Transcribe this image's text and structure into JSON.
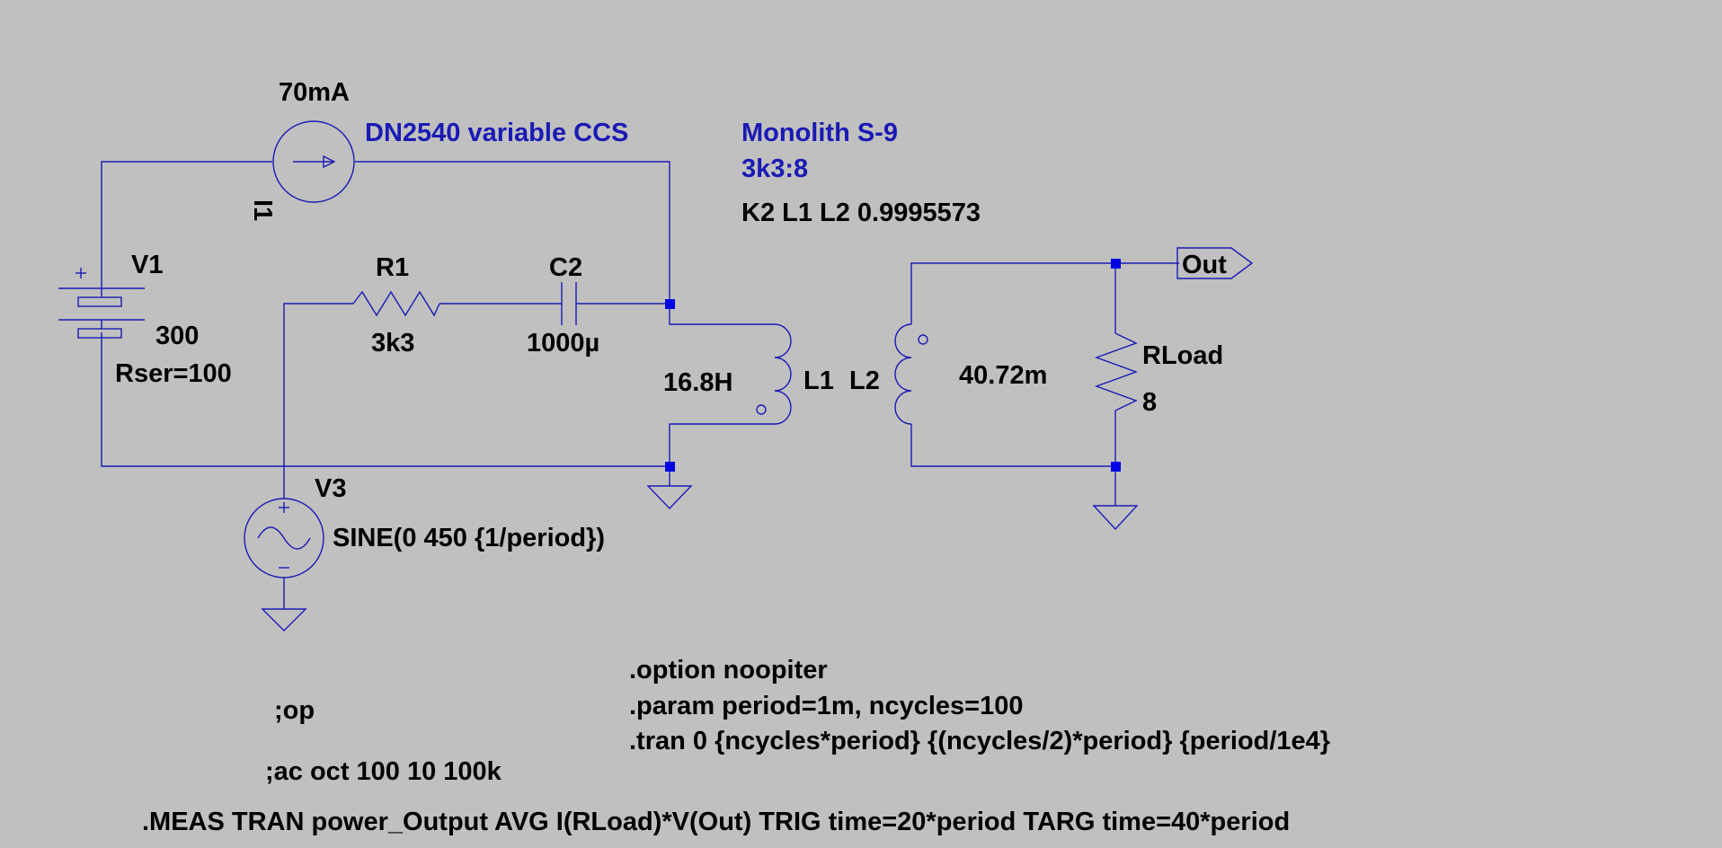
{
  "colors": {
    "background": "#c0c0c0",
    "wire": "#1a1ab4",
    "text": "#000000",
    "comment": "#1a1ab4",
    "junction": "#0000e6"
  },
  "icons": [
    "current-source-icon",
    "battery-icon",
    "sine-source-icon",
    "resistor-icon",
    "capacitor-icon",
    "inductor-icon",
    "ground-icon",
    "net-flag-icon"
  ],
  "components": {
    "i1": {
      "name": "I1",
      "value": "70mA",
      "comment": "DN2540 variable CCS"
    },
    "v1": {
      "name": "V1",
      "value": "300",
      "param": "Rser=100"
    },
    "r1": {
      "name": "R1",
      "value": "3k3"
    },
    "c2": {
      "name": "C2",
      "value": "1000µ"
    },
    "l1": {
      "name": "L1",
      "value": "16.8H"
    },
    "l2": {
      "name": "L2",
      "value": "40.72m"
    },
    "v3": {
      "name": "V3",
      "value": "SINE(0 450 {1/period})"
    },
    "rload": {
      "name": "RLoad",
      "value": "8"
    }
  },
  "net_label": "Out",
  "transformer": {
    "title": "Monolith S-9",
    "ratio": "3k3:8",
    "coupling": "K2 L1 L2 0.9995573"
  },
  "directives": {
    "option": ".option noopiter",
    "param": ".param period=1m, ncycles=100",
    "tran": ".tran 0 {ncycles*period} {(ncycles/2)*period} {period/1e4}",
    "op": ";op",
    "ac": ";ac oct 100 10 100k",
    "meas": ".MEAS TRAN power_Output AVG I(RLoad)*V(Out) TRIG time=20*period TARG time=40*period"
  }
}
